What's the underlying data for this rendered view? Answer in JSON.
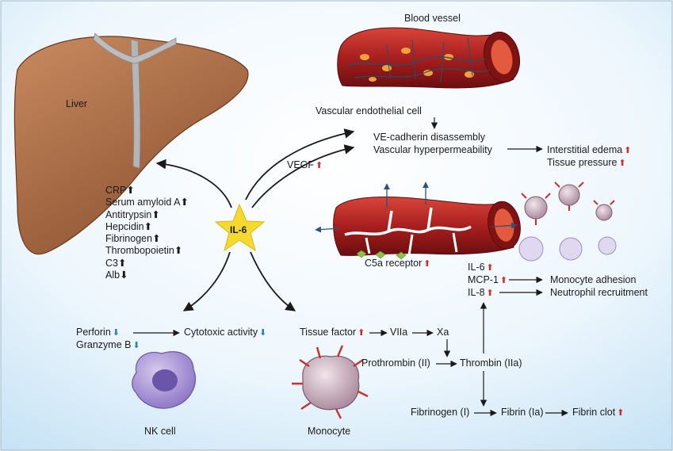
{
  "colors": {
    "background_top": "#dcefff",
    "up_arrow": "#c9302c",
    "down_arrow": "#2a7fc4",
    "star": "#f6d92e"
  },
  "center": {
    "label": "IL-6"
  },
  "liver": {
    "label": "Liver",
    "proteins": [
      {
        "name": "CRP",
        "dir": "up"
      },
      {
        "name": "Serum amyloid A",
        "dir": "up"
      },
      {
        "name": "Antitrypsin",
        "dir": "up"
      },
      {
        "name": "Hepcidin",
        "dir": "up"
      },
      {
        "name": "Fibrinogen",
        "dir": "up"
      },
      {
        "name": "Thrombopoietin",
        "dir": "up"
      },
      {
        "name": "C3",
        "dir": "up"
      },
      {
        "name": "Alb",
        "dir": "down"
      }
    ]
  },
  "vessel": {
    "title": "Blood vessel",
    "endothelial": "Vascular endothelial cell",
    "vegf": "VEGF",
    "ve_cadherin": "VE-cadherin disassembly",
    "hyperpermeability": "Vascular hyperpermeability",
    "edema": "Interstitial edema",
    "pressure": "Tissue pressure",
    "c5a": "C5a receptor"
  },
  "chemokines": {
    "il6": "IL-6",
    "mcp1": "MCP-1",
    "il8": "IL-8",
    "adhesion": "Monocyte adhesion",
    "recruitment": "Neutrophil recruitment"
  },
  "nk": {
    "perforin": "Perforin",
    "granzyme": "Granzyme B",
    "cytotoxic": "Cytotoxic activity",
    "cell": "NK cell"
  },
  "coagulation": {
    "tissue_factor": "Tissue factor",
    "viia": "VIIa",
    "xa": "Xa",
    "prothrombin": "Prothrombin (II)",
    "thrombin": "Thrombin (IIa)",
    "fibrinogen": "Fibrinogen (I)",
    "fibrin": "Fibrin (Ia)",
    "clot": "Fibrin clot",
    "monocyte": "Monocyte"
  }
}
